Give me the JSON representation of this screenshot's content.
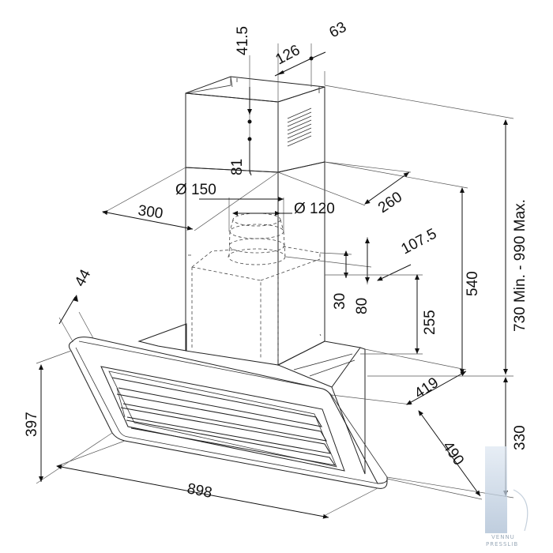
{
  "dimensions": {
    "d41_5": "41.5",
    "d126": "126",
    "d63": "63",
    "d81": "81",
    "d150": "Ø 150",
    "d300": "300",
    "d120": "Ø 120",
    "d260": "260",
    "d107_5": "107.5",
    "d540": "540",
    "d730": "730 Min. - 990 Max.",
    "d44": "44",
    "d30": "30",
    "d80": "80",
    "d255": "255",
    "d419": "419",
    "d397": "397",
    "d330": "330",
    "d490": "490",
    "d898": "898"
  },
  "watermark": {
    "line1": "VENNU",
    "line2": "PRESSLIB"
  }
}
